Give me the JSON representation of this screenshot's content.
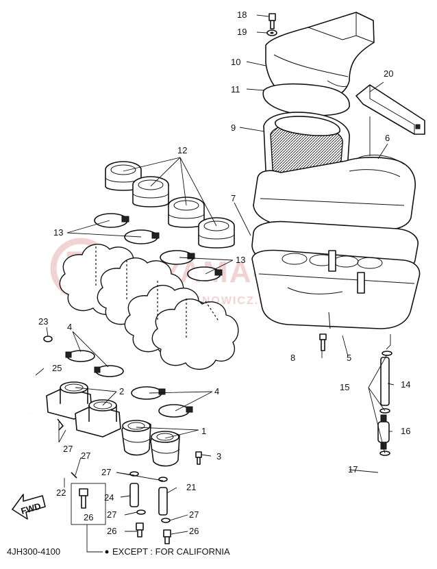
{
  "diagram_code": "4JH300-4100",
  "footnote": "EXCEPT : FOR CALIFORNIA",
  "watermark": {
    "brand": "YAMA-SUZUKI",
    "site": "WWW.SZKNOWICZ.PL",
    "color": "#e8b0b0"
  },
  "callouts": [
    {
      "id": "c18",
      "text": "18"
    },
    {
      "id": "c19",
      "text": "19"
    },
    {
      "id": "c10",
      "text": "10"
    },
    {
      "id": "c11",
      "text": "11"
    },
    {
      "id": "c20",
      "text": "20"
    },
    {
      "id": "c9",
      "text": "9"
    },
    {
      "id": "c6",
      "text": "6"
    },
    {
      "id": "c12",
      "text": "12"
    },
    {
      "id": "c7",
      "text": "7"
    },
    {
      "id": "c13a",
      "text": "13"
    },
    {
      "id": "c13b",
      "text": "13"
    },
    {
      "id": "c23",
      "text": "23"
    },
    {
      "id": "c4a",
      "text": "4"
    },
    {
      "id": "c25",
      "text": "25"
    },
    {
      "id": "c2",
      "text": "2"
    },
    {
      "id": "c4b",
      "text": "4"
    },
    {
      "id": "c8",
      "text": "8"
    },
    {
      "id": "c5",
      "text": "5"
    },
    {
      "id": "c14",
      "text": "14"
    },
    {
      "id": "c15",
      "text": "15"
    },
    {
      "id": "c16",
      "text": "16"
    },
    {
      "id": "c1",
      "text": "1"
    },
    {
      "id": "c27a",
      "text": "27"
    },
    {
      "id": "c27b",
      "text": "27"
    },
    {
      "id": "c3",
      "text": "3"
    },
    {
      "id": "c27c",
      "text": "27"
    },
    {
      "id": "c17",
      "text": "17"
    },
    {
      "id": "c22",
      "text": "22"
    },
    {
      "id": "c24",
      "text": "24"
    },
    {
      "id": "c21",
      "text": "21"
    },
    {
      "id": "c27d",
      "text": "27"
    },
    {
      "id": "c27e",
      "text": "27"
    },
    {
      "id": "c26a",
      "text": "26"
    },
    {
      "id": "c26b",
      "text": "26"
    },
    {
      "id": "c26c",
      "text": "26"
    }
  ],
  "fwd_label": "FWD"
}
